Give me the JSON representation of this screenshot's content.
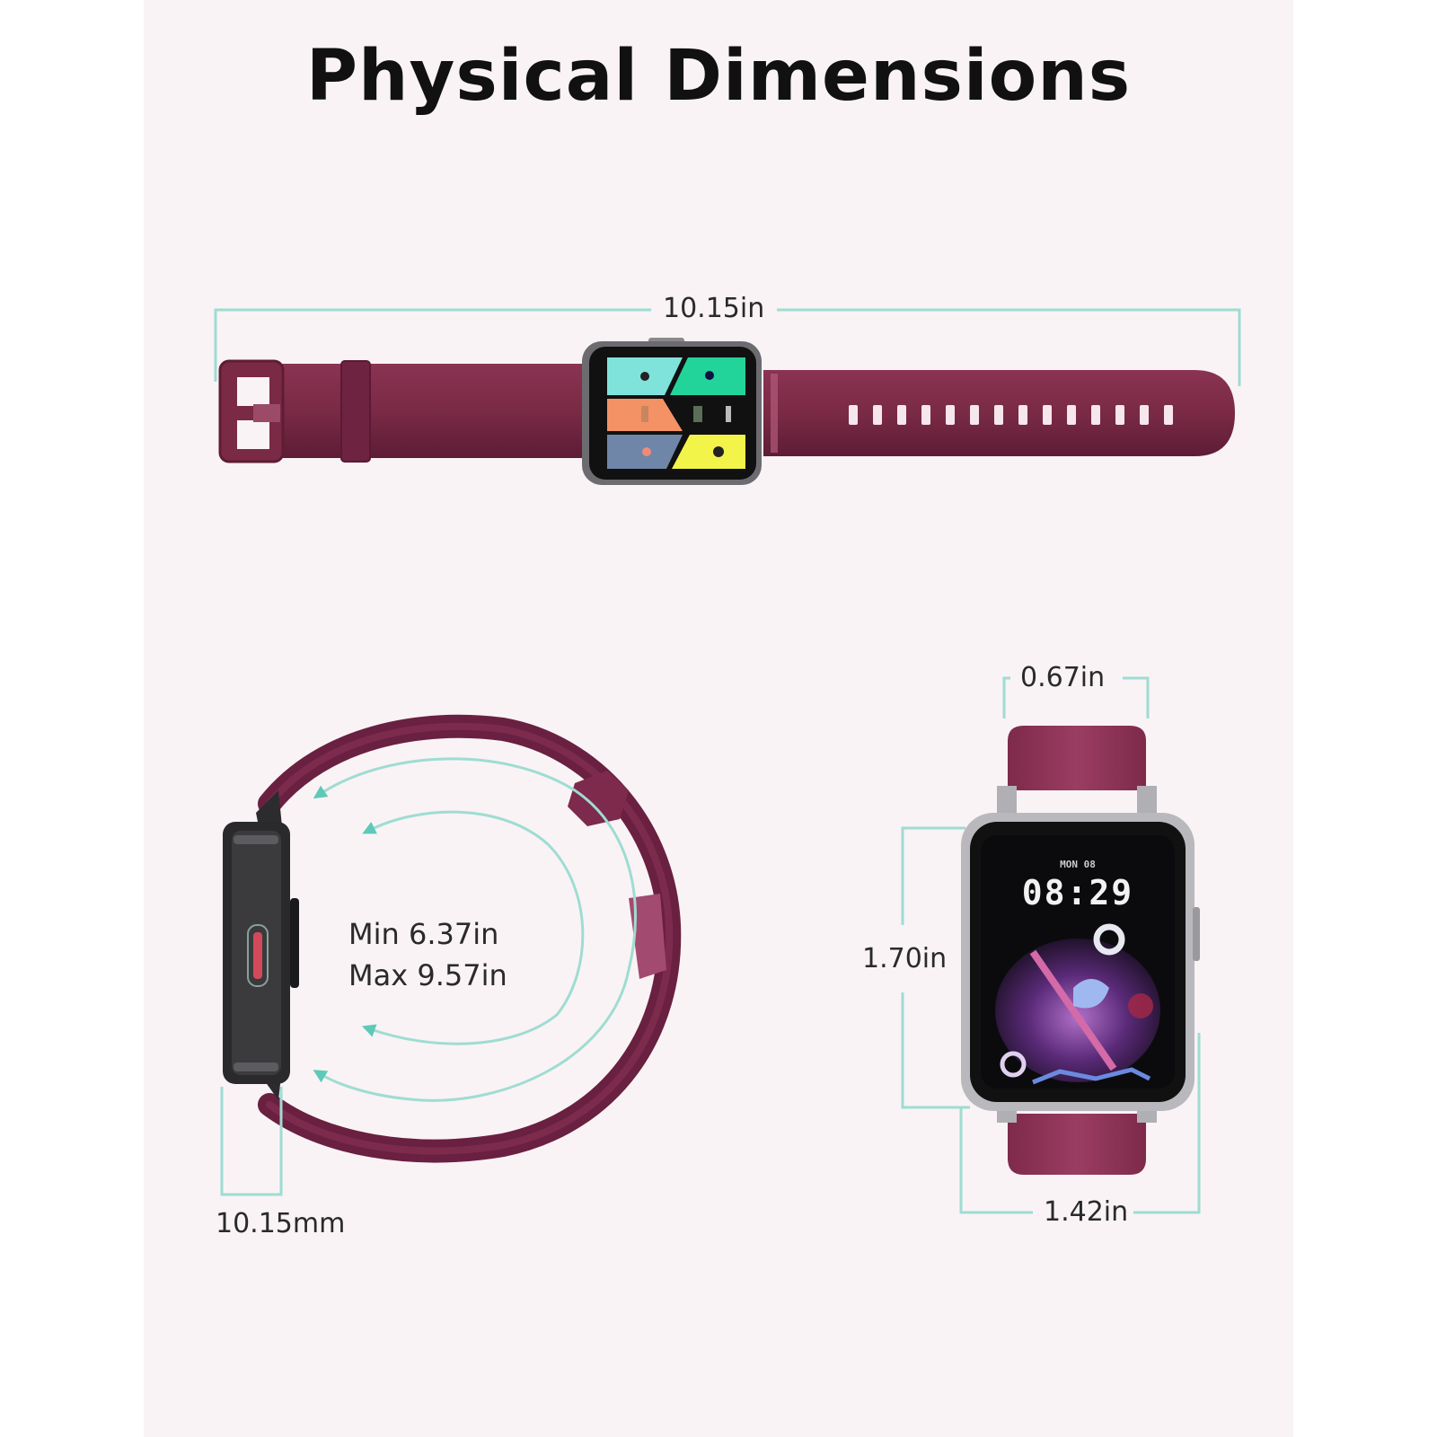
{
  "title": "Physical Dimensions",
  "colors": {
    "background": "#ffffff",
    "panel": "#f9f3f5",
    "strap": "#7a2a45",
    "strap_dark": "#5c1a33",
    "strap_light": "#a8486f",
    "dimension_line": "#9fdcd2",
    "arrow": "#5ec9b8",
    "watch_body": "#2a2a2a",
    "bezel_silver": "#b9b9bd"
  },
  "flat_view": {
    "length_label": "10.15in",
    "screen_tiles": [
      "cyan",
      "green",
      "orange",
      "black",
      "blue-gray",
      "yellow"
    ]
  },
  "side_view": {
    "thickness_label": "10.15mm",
    "fit_min": "Min 6.37in",
    "fit_max": "Max 9.57in"
  },
  "front_view": {
    "strap_width_label": "0.67in",
    "height_label": "1.70in",
    "width_label": "1.42in",
    "screen": {
      "date": "MON 08",
      "time": "08:29"
    }
  }
}
